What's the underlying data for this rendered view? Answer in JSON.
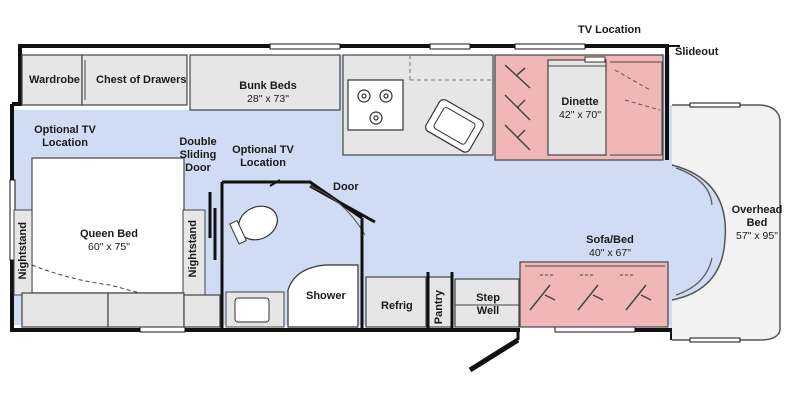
{
  "labels": {
    "tv_location": "TV Location",
    "slideout": "Slideout",
    "wardrobe": "Wardrobe",
    "chest_of_drawers": "Chest of Drawers",
    "bunk_beds": "Bunk Beds",
    "bunk_beds_size": "28\" x 73\"",
    "dinette": "Dinette",
    "dinette_size": "42\" x 70\"",
    "optional_tv_1_line1": "Optional TV",
    "optional_tv_1_line2": "Location",
    "double_sliding_door_line1": "Double",
    "double_sliding_door_line2": "Sliding",
    "double_sliding_door_line3": "Door",
    "optional_tv_2_line1": "Optional TV",
    "optional_tv_2_line2": "Location",
    "door": "Door",
    "queen_bed": "Queen Bed",
    "queen_bed_size": "60\" x 75\"",
    "nightstand_left": "Nightstand",
    "nightstand_right": "Nightstand",
    "shower": "Shower",
    "refrig": "Refrig",
    "pantry": "Pantry",
    "step_well_line1": "Step",
    "step_well_line2": "Well",
    "sofa_bed": "Sofa/Bed",
    "sofa_bed_size": "40\" x 67\"",
    "overhead_bed_line1": "Overhead",
    "overhead_bed_line2": "Bed",
    "overhead_bed_size": "57\" x 95\""
  },
  "colors": {
    "floor": "#cfdcf3",
    "cabinet": "#e6e6e6",
    "dinette_sofa": "#f1b7b7",
    "wall": "#111111",
    "window": "#ffffff"
  }
}
